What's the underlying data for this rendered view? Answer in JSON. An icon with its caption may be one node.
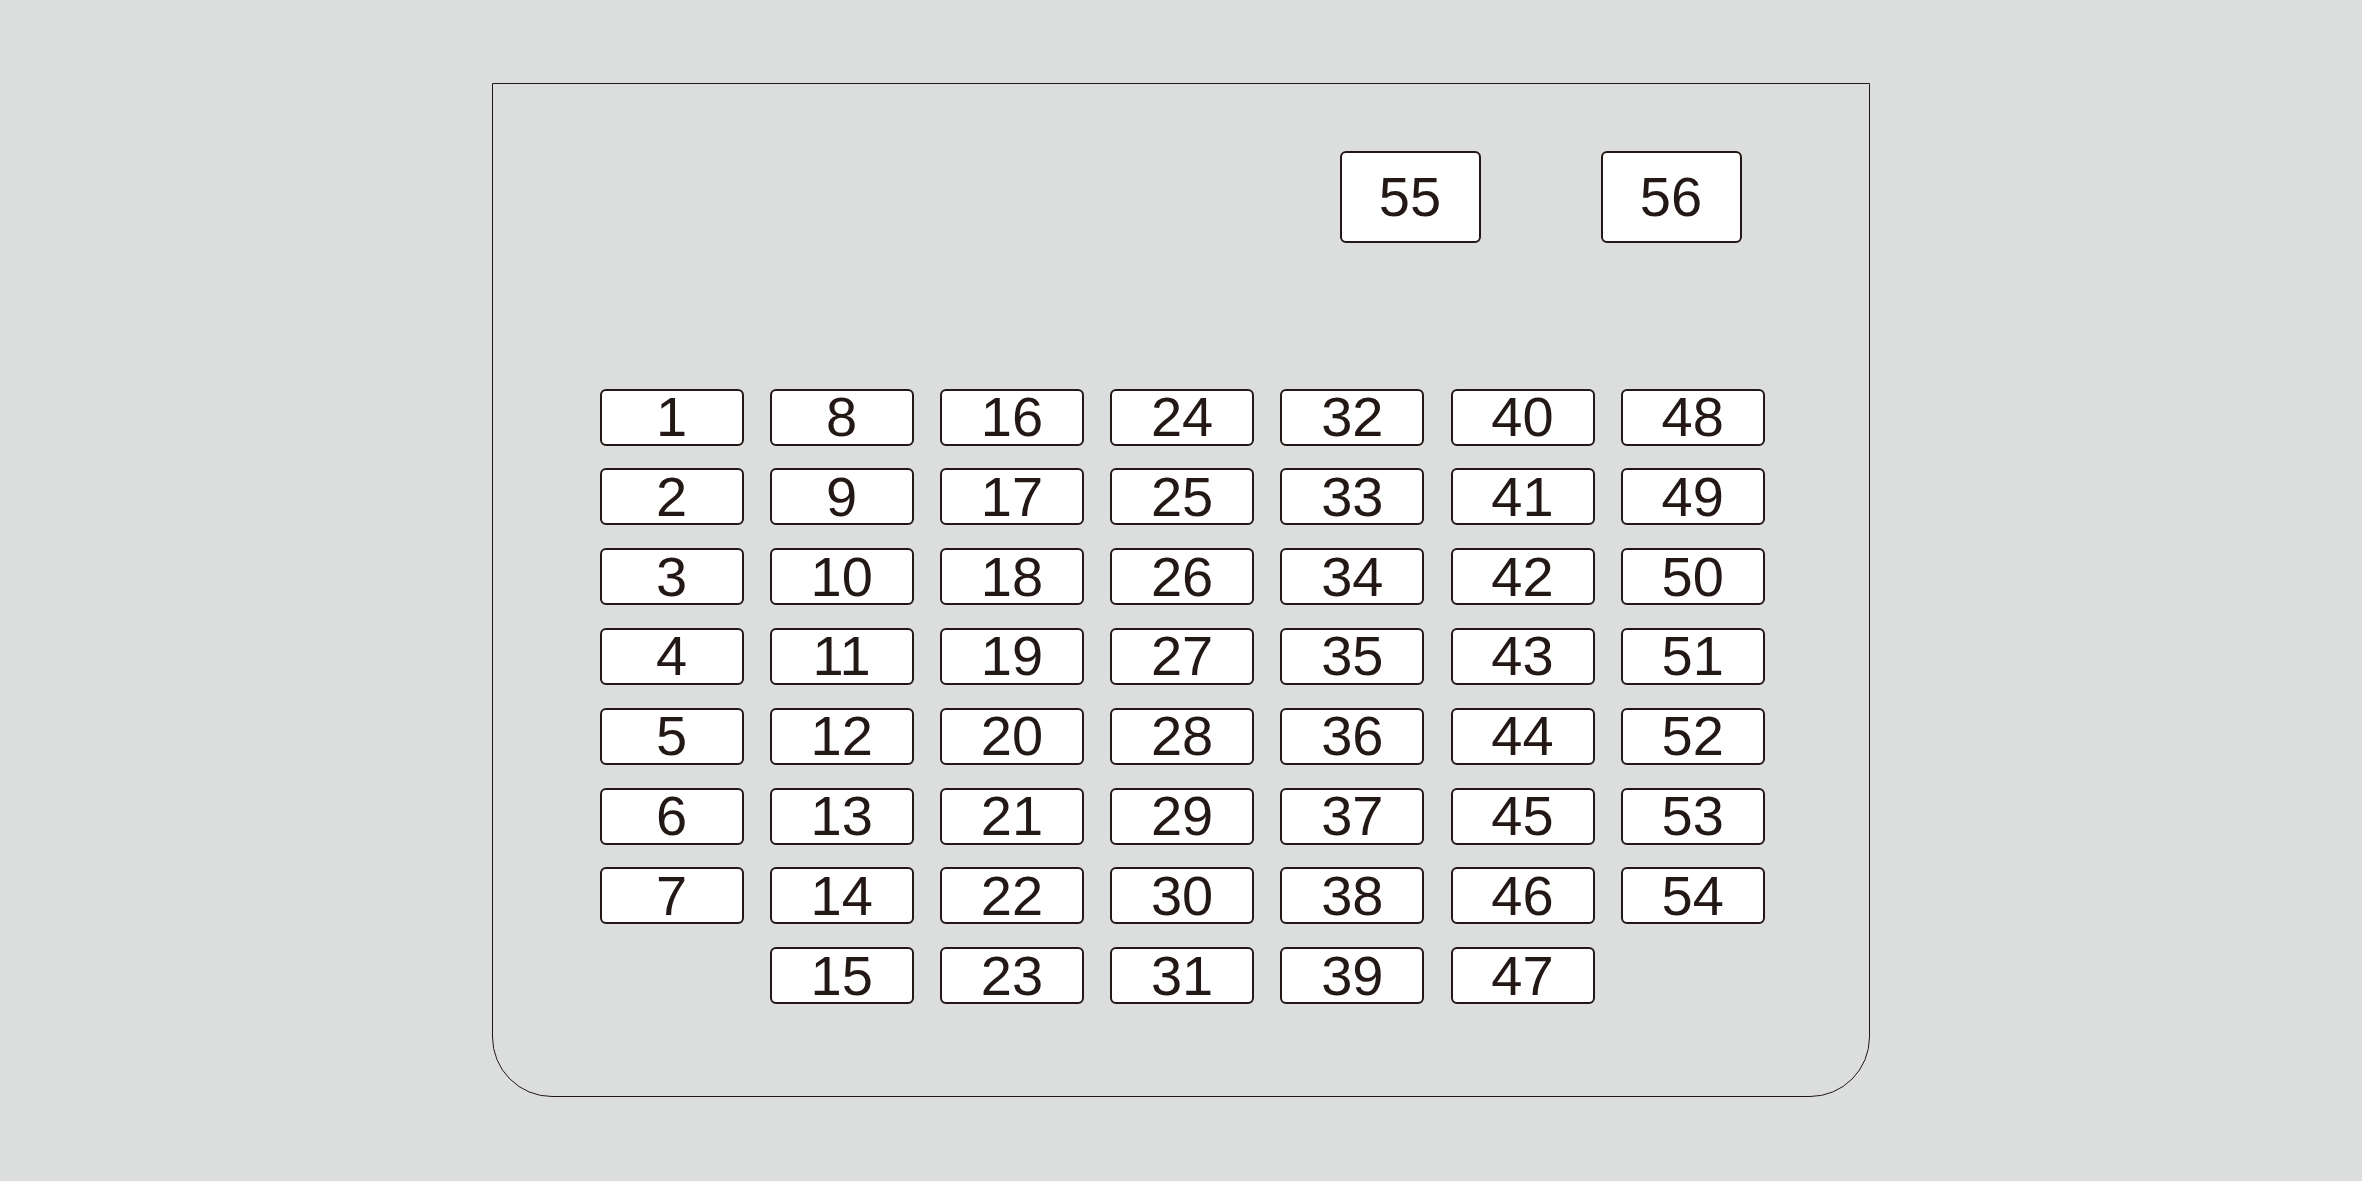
{
  "diagram": {
    "nodes": [
      {
        "text": [],
        "shape": "box"
      },
      {
        "text": [
          "1"
        ],
        "in": 0
      },
      {
        "text": [
          "2"
        ],
        "in": 0
      },
      {
        "text": [
          "3"
        ],
        "in": 0
      },
      {
        "text": [
          "4"
        ],
        "in": 0
      },
      {
        "text": [
          "5"
        ],
        "in": 0
      },
      {
        "text": [
          "6"
        ],
        "in": 0
      },
      {
        "text": [
          "7"
        ],
        "in": 0
      },
      {
        "text": [
          "8"
        ],
        "in": 0
      },
      {
        "text": [
          "9"
        ],
        "in": 0
      },
      {
        "text": [
          "10"
        ],
        "in": 0
      },
      {
        "text": [
          "11"
        ],
        "in": 0
      },
      {
        "text": [
          "12"
        ],
        "in": 0
      },
      {
        "text": [
          "13"
        ],
        "in": 0
      },
      {
        "text": [
          "14"
        ],
        "in": 0
      },
      {
        "text": [
          "15"
        ],
        "in": 0
      },
      {
        "text": [
          "16"
        ],
        "in": 0
      },
      {
        "text": [
          "17"
        ],
        "in": 0
      },
      {
        "text": [
          "18"
        ],
        "in": 0
      },
      {
        "text": [
          "19"
        ],
        "in": 0
      },
      {
        "text": [
          "20"
        ],
        "in": 0
      },
      {
        "text": [
          "21"
        ],
        "in": 0
      },
      {
        "text": [
          "22"
        ],
        "in": 0
      },
      {
        "text": [
          "23"
        ],
        "in": 0
      },
      {
        "text": [
          "24"
        ],
        "in": 0
      },
      {
        "text": [
          "25"
        ],
        "in": 0
      },
      {
        "text": [
          "26"
        ],
        "in": 0
      },
      {
        "text": [
          "27"
        ],
        "in": 0
      },
      {
        "text": [
          "28"
        ],
        "in": 0
      },
      {
        "text": [
          "29"
        ],
        "in": 0
      },
      {
        "text": [
          "30"
        ],
        "in": 0
      },
      {
        "text": [
          "31"
        ],
        "in": 0
      },
      {
        "text": [
          "32"
        ],
        "in": 0
      },
      {
        "text": [
          "33"
        ],
        "in": 0
      },
      {
        "text": [
          "34"
        ],
        "in": 0
      },
      {
        "text": [
          "35"
        ],
        "in": 0
      },
      {
        "text": [
          "36"
        ],
        "in": 0
      },
      {
        "text": [
          "37"
        ],
        "in": 0
      },
      {
        "text": [
          "38"
        ],
        "in": 0
      },
      {
        "text": [
          "39"
        ],
        "in": 0
      },
      {
        "text": [
          "40"
        ],
        "in": 0
      },
      {
        "text": [
          "41"
        ],
        "in": 0
      },
      {
        "text": [
          "42"
        ],
        "in": 0
      },
      {
        "text": [
          "43"
        ],
        "in": 0
      },
      {
        "text": [
          "44"
        ],
        "in": 0
      },
      {
        "text": [
          "45"
        ],
        "in": 0
      },
      {
        "text": [
          "46"
        ],
        "in": 0
      },
      {
        "text": [
          "47"
        ],
        "in": 0
      },
      {
        "text": [
          "48"
        ],
        "in": 0
      },
      {
        "text": [
          "49"
        ],
        "in": 0
      },
      {
        "text": [
          "50"
        ],
        "in": 0
      },
      {
        "text": [
          "51"
        ],
        "in": 0
      },
      {
        "text": [
          "52"
        ],
        "in": 0
      },
      {
        "text": [
          "53"
        ],
        "in": 0
      },
      {
        "text": [
          "54"
        ],
        "in": 0
      },
      {
        "text": [
          "55"
        ],
        "in": 0
      },
      {
        "text": [
          "56"
        ],
        "in": 0
      }
    ]
  }
}
